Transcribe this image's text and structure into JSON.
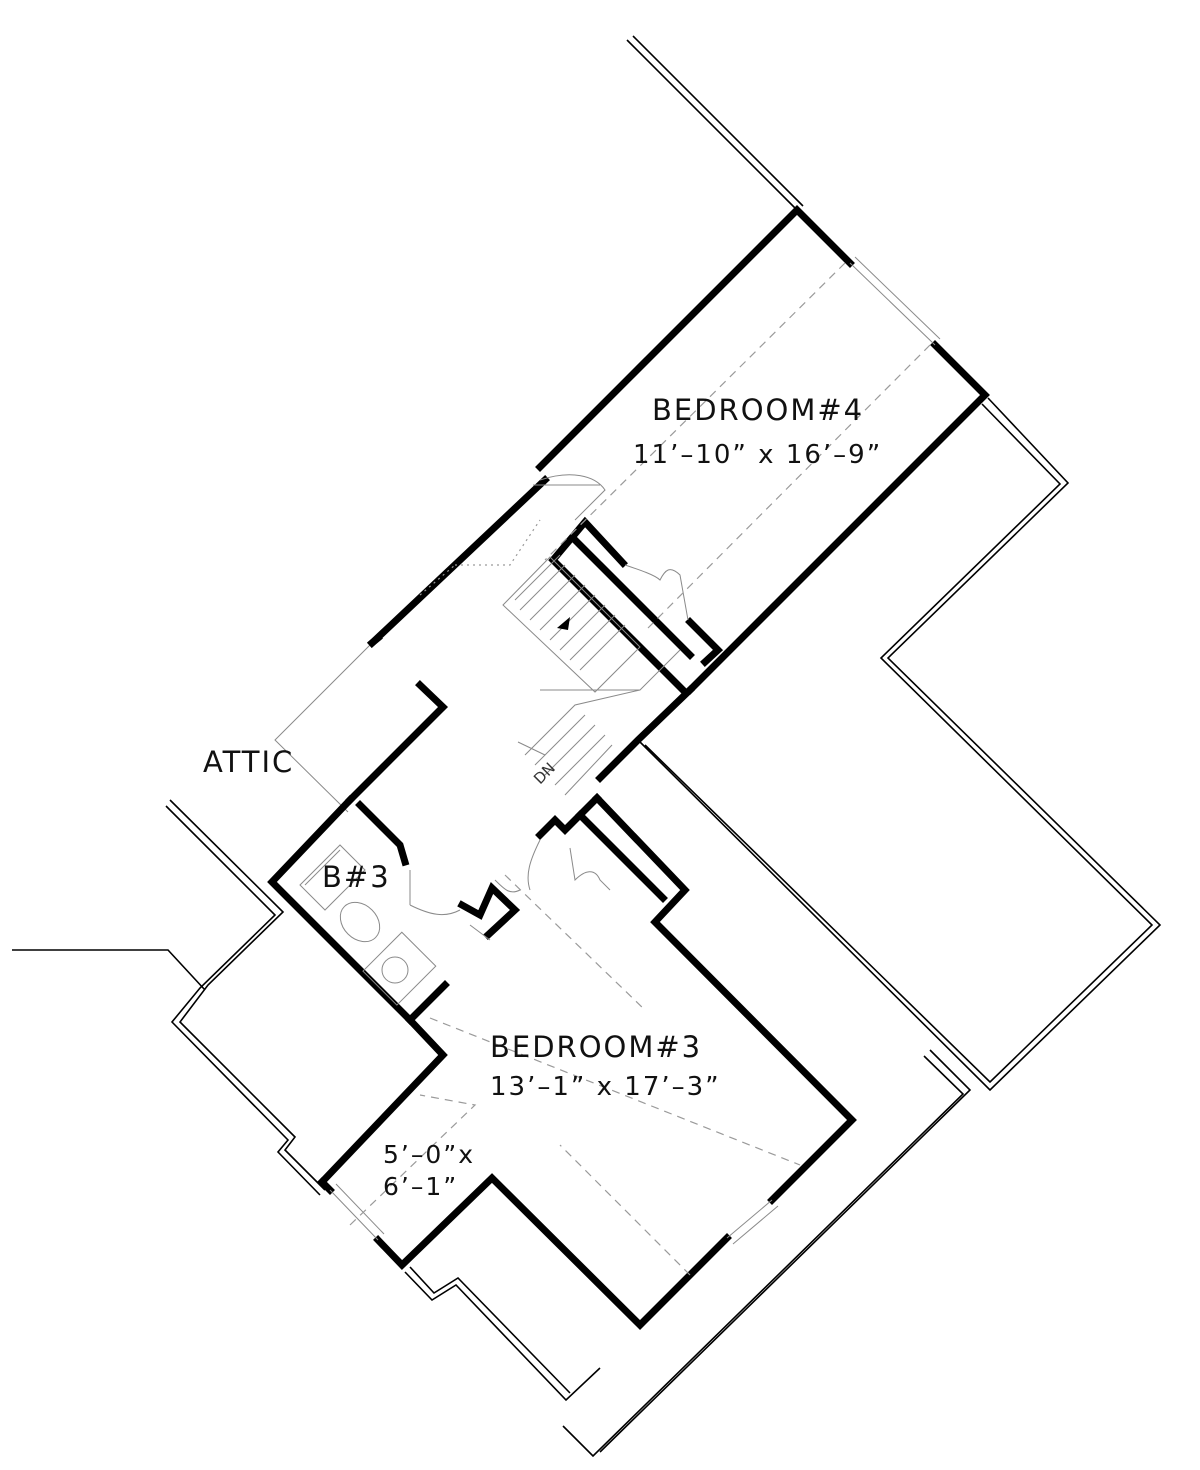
{
  "rooms": {
    "bedroom4": {
      "name": "BEDROOM#4",
      "dims": "11’–10”  x  16’–9”"
    },
    "bedroom3": {
      "name": "BEDROOM#3",
      "dims": "13’–1”  x  17’–3”"
    },
    "alcove": {
      "dims_line1": "5’–0”x",
      "dims_line2": "6’–1”"
    },
    "bath3": {
      "name": "B#3"
    },
    "attic": {
      "name": "ATTIC"
    }
  },
  "stair": {
    "label": "DN"
  }
}
